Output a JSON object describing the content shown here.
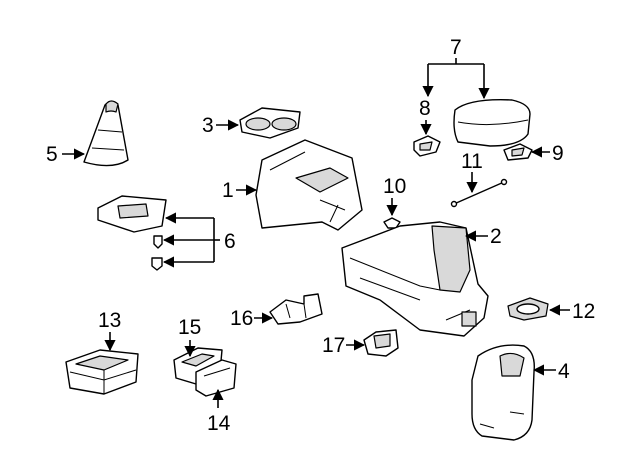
{
  "callouts": {
    "c1": "1",
    "c2": "2",
    "c3": "3",
    "c4": "4",
    "c5": "5",
    "c6": "6",
    "c7": "7",
    "c8": "8",
    "c9": "9",
    "c10": "10",
    "c11": "11",
    "c12": "12",
    "c13": "13",
    "c14": "14",
    "c15": "15",
    "c16": "16",
    "c17": "17"
  },
  "colors": {
    "line": "#000000",
    "fill": "#ffffff",
    "shade": "#d9d9d9"
  }
}
